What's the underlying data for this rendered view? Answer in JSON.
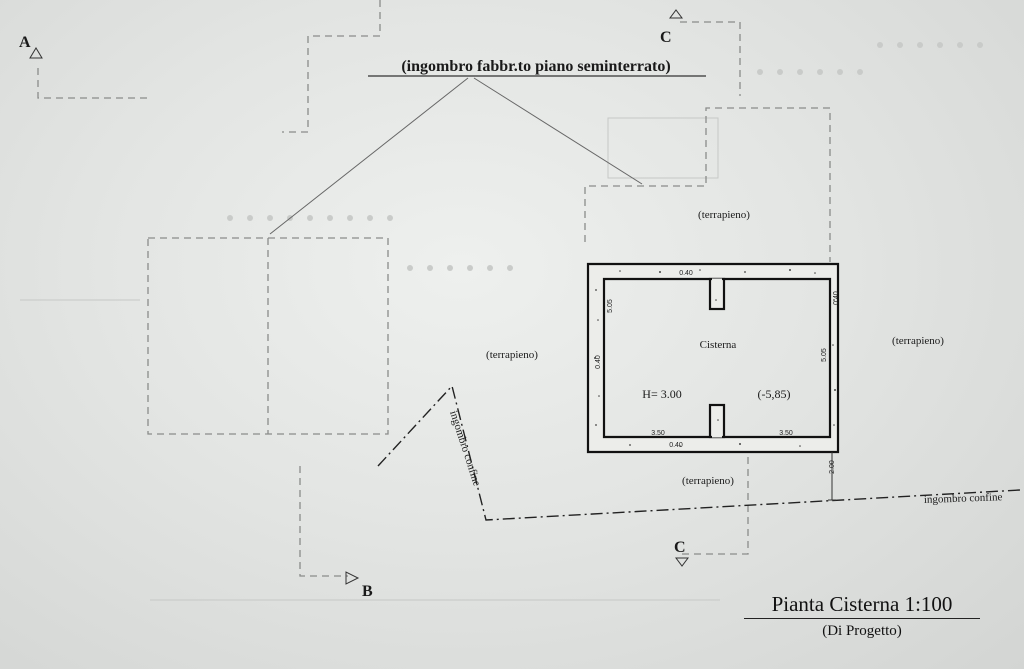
{
  "drawing": {
    "callout": "(ingombro fabbr.to piano seminterrato)",
    "section_labels": {
      "a": "A",
      "b": "B",
      "c_top": "C",
      "c_bottom": "C"
    },
    "fill_labels": {
      "top": "(terrapieno)",
      "left": "(terrapieno)",
      "right": "(terrapieno)",
      "bottom": "(terrapieno)"
    },
    "boundary_labels": {
      "diagonal": "ingombro confine",
      "horizontal": "ingombro confine"
    },
    "cistern": {
      "name": "Cisterna",
      "height": "H= 3.00",
      "level": "(-5,85)"
    },
    "dimensions": {
      "top_wall": "0.40",
      "bottom_wall": "0.40",
      "left_wall": "0.40",
      "right_wall": "0.40",
      "inner_height_left": "5.05",
      "inner_height_right": "5.05",
      "inner_width_left": "3.50",
      "inner_width_right": "3.50",
      "offset": "2.00"
    }
  },
  "title_block": {
    "title": "Pianta Cisterna 1:100",
    "subtitle": "(Di Progetto)"
  }
}
